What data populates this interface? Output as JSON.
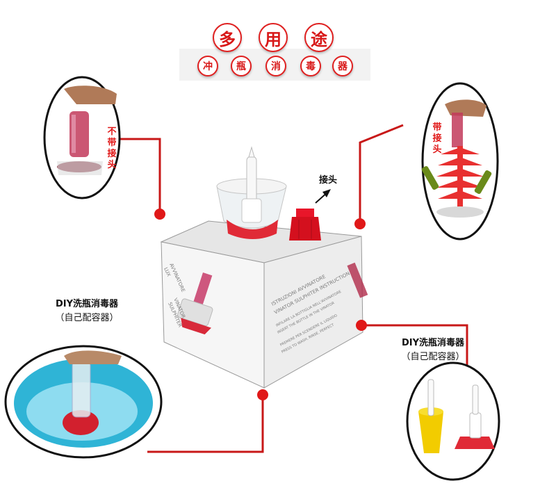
{
  "title": {
    "big": [
      "多",
      "用",
      "途"
    ],
    "small": [
      "冲",
      "瓶",
      "消",
      "毒",
      "器"
    ]
  },
  "callouts": {
    "left_top": "不带接头",
    "right_top": "带接头",
    "connector": "接头",
    "left_bottom": [
      "DIY洗瓶消毒器",
      "（自己配容器）"
    ],
    "right_bottom": [
      "DIY洗瓶消毒器",
      "（自己配容器）"
    ]
  },
  "box": {
    "side_text": [
      "AVVINATORE",
      "LUX",
      "VINATOR",
      "SULPHITER"
    ],
    "front_text": [
      "ISTRUZIONI AVVINATORE",
      "VINATOR SULPHITER INSTRUCTION",
      "INFILARE LA BOTTIGLIA NELL'AVVINATORE",
      "INSERT THE BOTTLE IN THE VINATOR",
      "PREMERE PER SCENDERE IL LIQUIDO",
      "PRESS TO WASH, RINSE, PERFECT"
    ]
  },
  "colors": {
    "accent": "#e01818",
    "box": "#f4f4f4",
    "basin": "#38b8d8",
    "cup": "#f4d000"
  }
}
